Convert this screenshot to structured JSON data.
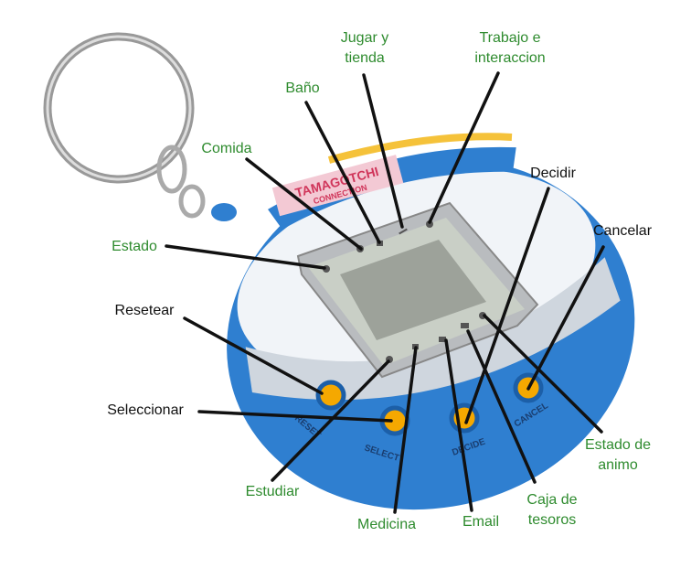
{
  "device": {
    "logo_line1": "TAMAGOTCHI",
    "logo_line2": "CONNECTION",
    "buttons": [
      "RESET",
      "SELECT",
      "DECIDE",
      "CANCEL"
    ]
  },
  "colors": {
    "body": "#2f7fd0",
    "accent": "#f5a800",
    "label_green": "#2e8b2e",
    "label_black": "#111111"
  },
  "labels": {
    "jugar": "Jugar y tienda",
    "trabajo": "Trabajo e interaccion",
    "bano": "Baño",
    "comida": "Comida",
    "estado": "Estado",
    "decidir": "Decidir",
    "cancelar": "Cancelar",
    "resetear": "Resetear",
    "seleccionar": "Seleccionar",
    "estudiar": "Estudiar",
    "medicina": "Medicina",
    "email": "Email",
    "caja": "Caja de tesoros",
    "animo": "Estado de animo"
  }
}
